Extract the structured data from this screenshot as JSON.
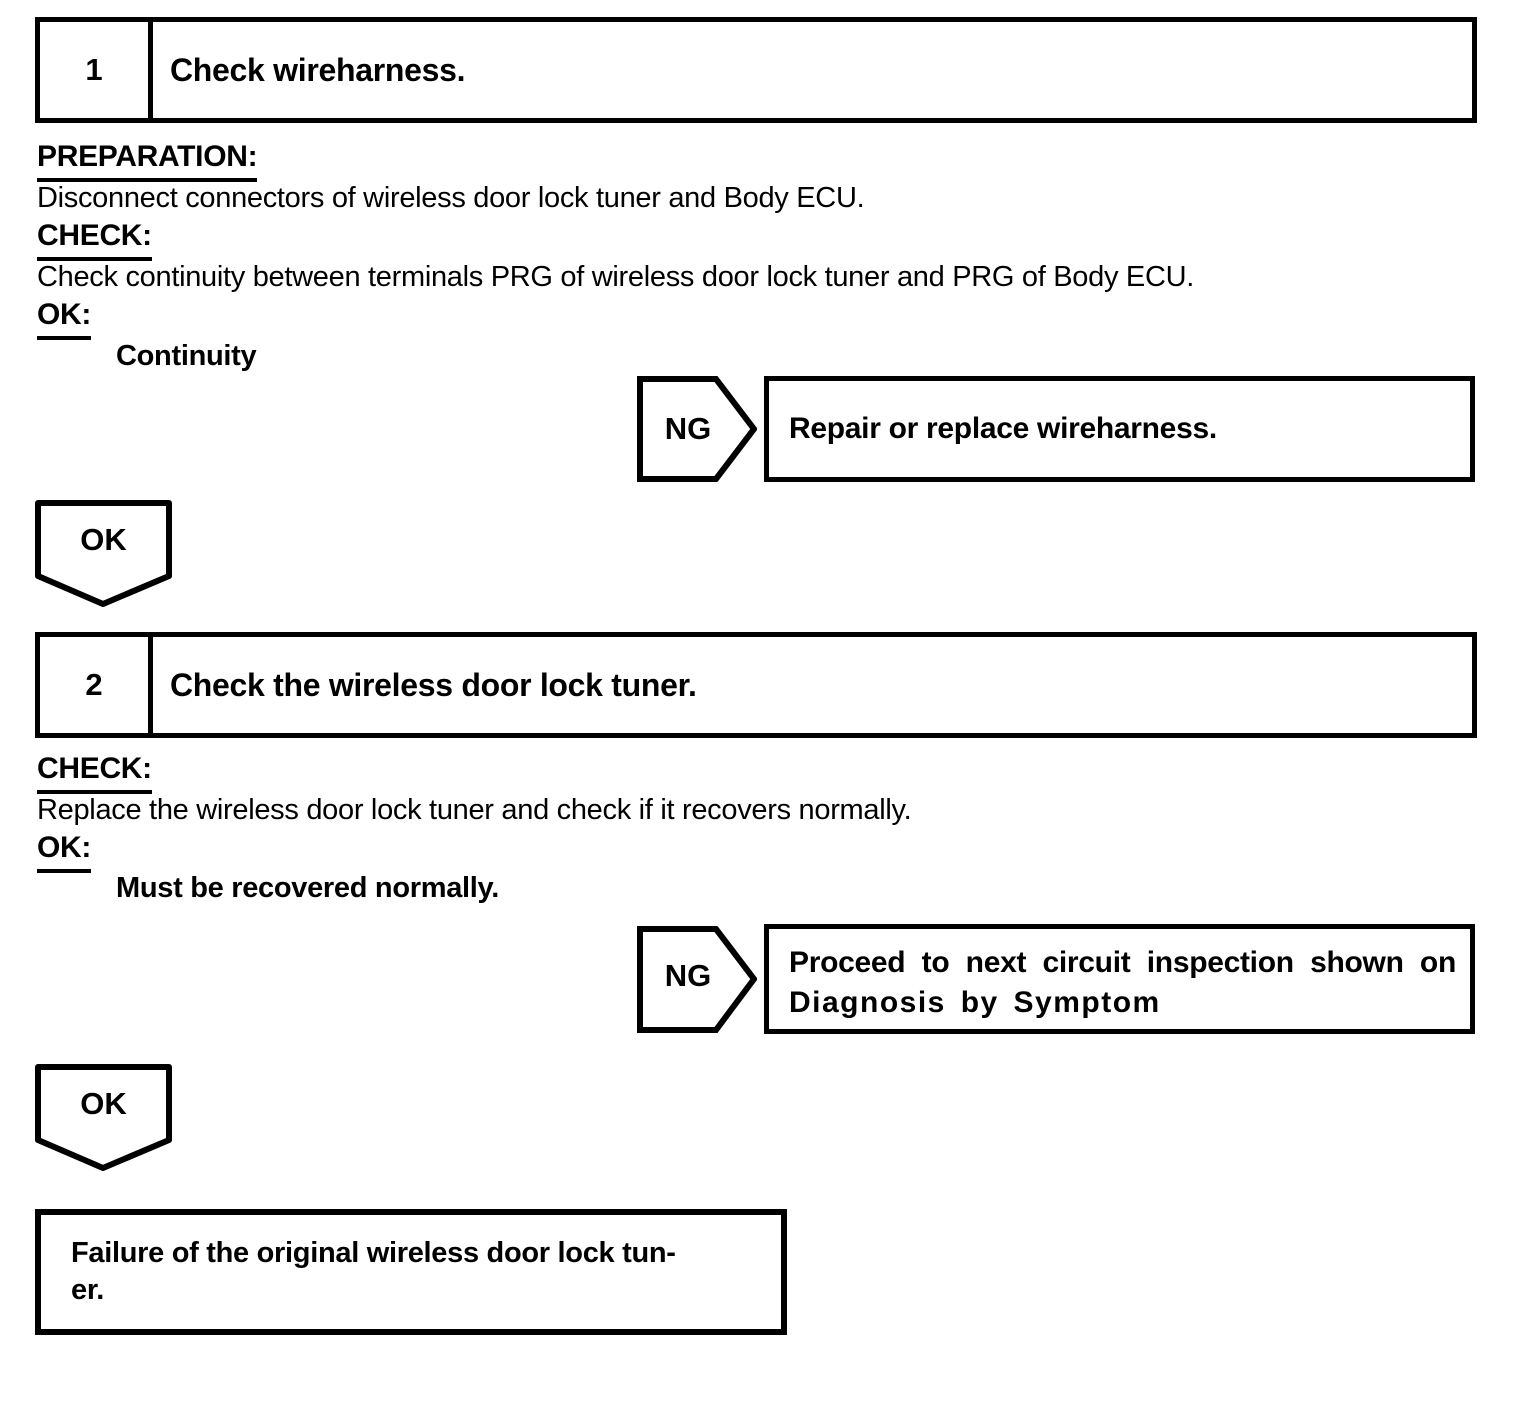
{
  "palette": {
    "ink": "#000000",
    "paper": "#ffffff"
  },
  "step1": {
    "number": "1",
    "title": "Check wireharness.",
    "preparation_heading": "PREPARATION:",
    "preparation_text": "Disconnect connectors of wireless door lock tuner and Body ECU.",
    "check_heading": "CHECK:",
    "check_text": "Check continuity between terminals PRG of wireless door lock tuner and PRG of Body ECU.",
    "ok_heading": "OK:",
    "ok_result": "Continuity",
    "ng_label": "NG",
    "ng_action": "Repair or replace wireharness.",
    "ok_label": "OK"
  },
  "step2": {
    "number": "2",
    "title": "Check the wireless door lock tuner.",
    "check_heading": "CHECK:",
    "check_text": "Replace the wireless door lock tuner and check if it recovers normally.",
    "ok_heading": "OK:",
    "ok_result": "Must be recovered normally.",
    "ng_label": "NG",
    "ng_action_line1": "Proceed to next circuit inspection shown on",
    "ng_action_line2": "Diagnosis by Symptom",
    "ok_label": "OK"
  },
  "result": {
    "line1": "Failure of the original wireless door lock tun-",
    "line2": "er."
  }
}
